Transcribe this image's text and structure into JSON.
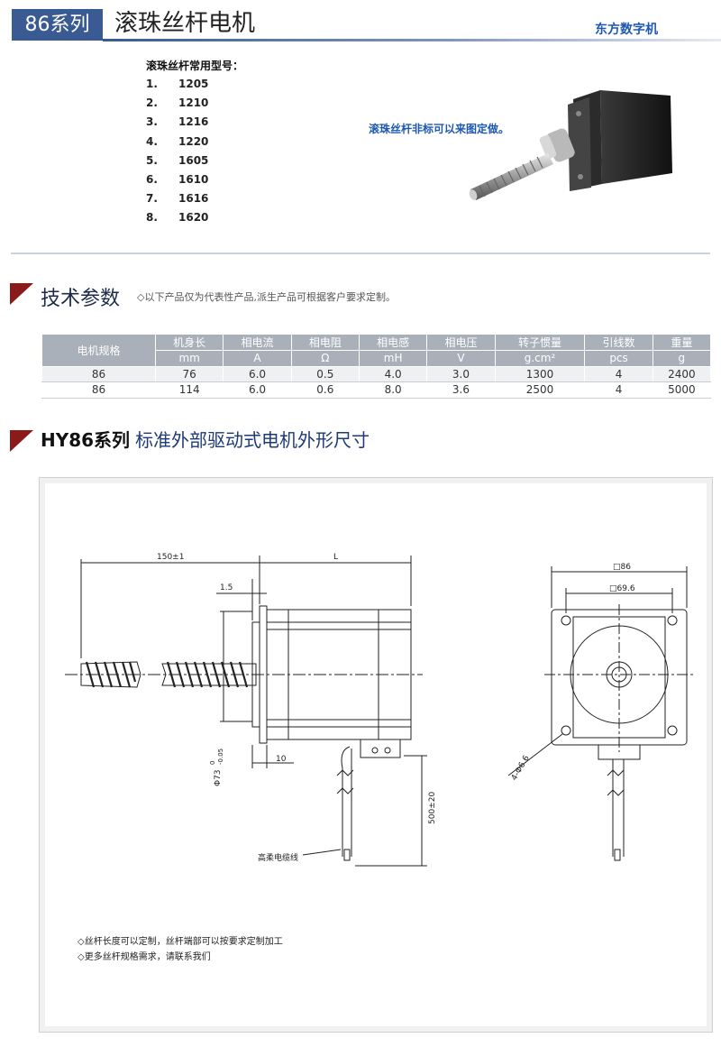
{
  "header": {
    "series": "86系列",
    "title": "滚珠丝杆电机",
    "brand": "东方数字机"
  },
  "models": {
    "title": "滚珠丝杆常用型号：",
    "items": [
      {
        "no": "1.",
        "model": "1205"
      },
      {
        "no": "2.",
        "model": "1210"
      },
      {
        "no": "3.",
        "model": "1216"
      },
      {
        "no": "4.",
        "model": "1220"
      },
      {
        "no": "5.",
        "model": "1605"
      },
      {
        "no": "6.",
        "model": "1610"
      },
      {
        "no": "7.",
        "model": "1616"
      },
      {
        "no": "8.",
        "model": "1620"
      }
    ],
    "custom_note": "滚珠丝杆非标可以来图定做。"
  },
  "params": {
    "title": "技术参数",
    "note": "◇以下产品仅为代表性产品,派生产品可根据客户要求定制。",
    "table": {
      "model_header": "电机规格",
      "headers": [
        "机身长",
        "相电流",
        "相电阻",
        "相电感",
        "相电压",
        "转子惯量",
        "引线数",
        "重量"
      ],
      "units": [
        "mm",
        "A",
        "Ω",
        "mH",
        "V",
        "g.cm²",
        "pcs",
        "g"
      ],
      "rows": [
        [
          "86",
          "76",
          "6.0",
          "0.5",
          "4.0",
          "3.0",
          "1300",
          "4",
          "2400"
        ],
        [
          "86",
          "114",
          "6.0",
          "0.6",
          "8.0",
          "3.6",
          "2500",
          "4",
          "5000"
        ]
      ]
    }
  },
  "outline": {
    "series": "HY86系列",
    "subtitle": "标准外部驱动式电机外形尺寸",
    "dims": {
      "shaft_length": "150±1",
      "body_length": "L",
      "flange_thickness": "1.5",
      "boss_diameter": "Φ73",
      "boss_tol_upper": "0",
      "boss_tol_lower": "-0.05",
      "boss_length": "10",
      "lead_length": "500±20",
      "cable_label": "高柔电缆线",
      "frame_size": "□86",
      "hole_pitch": "□69.6",
      "mount_holes": "4-Φ6.6"
    },
    "notes": [
      "◇丝杆长度可以定制，丝杆端部可以按要求定制加工",
      "◇更多丝杆规格需求，请联系我们"
    ]
  },
  "colors": {
    "accent": "#3a5a93",
    "brand_text": "#1f58b0",
    "section_marker": "#8b1a1a",
    "table_header": "#a9b0b9"
  }
}
